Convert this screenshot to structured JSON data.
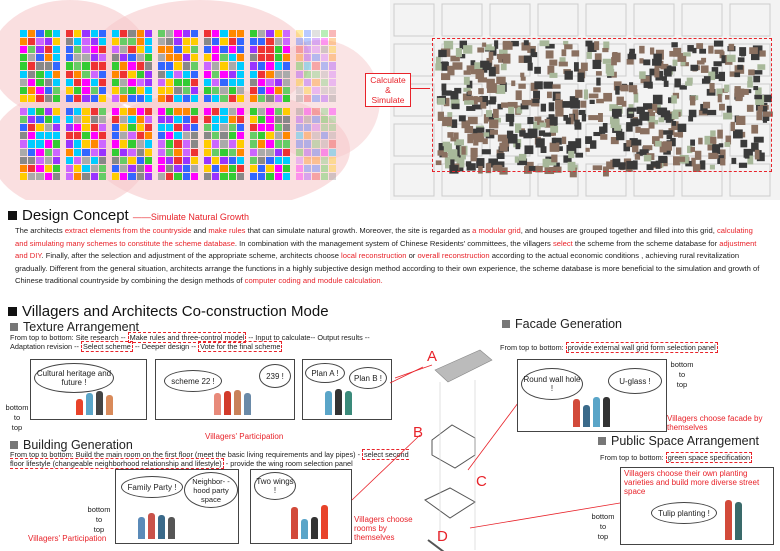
{
  "top": {
    "calc_label": "Calculate\n&\nSimulate"
  },
  "design_concept": {
    "title": "Design Concept",
    "subtitle": "——Simulate Natural Growth",
    "paragraph": [
      {
        "t": "The architects "
      },
      {
        "t": "extract elements from the countryside",
        "r": 1
      },
      {
        "t": " and "
      },
      {
        "t": "make rules",
        "r": 1
      },
      {
        "t": " that can simulate natural growth. Moreover, the site is regarded as "
      },
      {
        "t": "a modular grid",
        "r": 1
      },
      {
        "t": ", and houses are grouped together and filled into this grid, "
      },
      {
        "t": "calculating and simulating many schemes to constitute the scheme database",
        "r": 1
      },
      {
        "t": ". In combination with the management system of Chinese Residents' committees, the villagers "
      },
      {
        "t": "select",
        "r": 1
      },
      {
        "t": " the scheme from the scheme database for "
      },
      {
        "t": "adjustment and DIY",
        "r": 1
      },
      {
        "t": ". Finally, after the selection and adjustment of the appropriate scheme, architects choose "
      },
      {
        "t": "local reconstruction",
        "r": 1
      },
      {
        "t": " or "
      },
      {
        "t": "overall reconstruction",
        "r": 1
      },
      {
        "t": " according to the actual economic conditions , achieving rural revitalization gradually. Different from the general situation, architects arrange the functions in a highly subjective design method according to their own experience, the scheme database is more beneficial to the simulation and growth of Chinese traditional countryside by combining the design methods of "
      },
      {
        "t": "computer coding and module calculation.",
        "r": 1
      }
    ]
  },
  "coconstruction": {
    "title": "Villagers and Architects Co-construction Mode",
    "texture": {
      "title": "Texture Arrangement",
      "steps": [
        {
          "t": "From top to bottom: Site research -- "
        },
        {
          "t": "Make rules and three-control model",
          "d": 1
        },
        {
          "t": " -- Input to calculate-- Output results -- Adaptation revision -- "
        },
        {
          "t": "Select scheme",
          "d": 1
        },
        {
          "t": " --  Deeper design -- "
        },
        {
          "t": "Vote for the final scheme",
          "d": 1
        }
      ],
      "bubbles": [
        "Cultural heritage and future !",
        "scheme 22 !",
        "239 !",
        "Plan A !",
        "Plan B !"
      ],
      "direction": "bottom\nto\ntop",
      "caption": "Villagers' Participation"
    },
    "building": {
      "title": "Building Generation",
      "steps": [
        {
          "t": "From top to bottom:  Build the main room on the first floor (meet the basic living requirements and lay pipes) - "
        },
        {
          "t": "select second floor lifestyle (changeable neighborhood relationship and lifestyle)",
          "d": 1
        },
        {
          "t": " - provide the wing room selection panel"
        }
      ],
      "bubbles": [
        "Family Party !",
        "Neighbor- -hood party space",
        "Two wings !"
      ],
      "direction": "bottom\nto\ntop",
      "caption": "Villagers' Participation",
      "caption2": "Villagers choose rooms by themselves"
    },
    "facade": {
      "title": "Facade Generation",
      "prefix": "From top to bottom:",
      "step": "provide external wall grid form selection panel",
      "bubbles": [
        "Round wall hole !",
        "U-glass !"
      ],
      "direction": "bottom\nto\ntop",
      "caption": "Villagers choose facade by themselves"
    },
    "public": {
      "title": "Public Space Arrangement",
      "prefix": "From top to bottom:",
      "step": "green space specification",
      "caption": "Villagers choose their own planting varieties and build more diverse street space",
      "bubbles": [
        "Tulip planting !"
      ],
      "direction": "bottom\nto\ntop"
    },
    "letters": [
      "A",
      "B",
      "C",
      "D"
    ]
  }
}
